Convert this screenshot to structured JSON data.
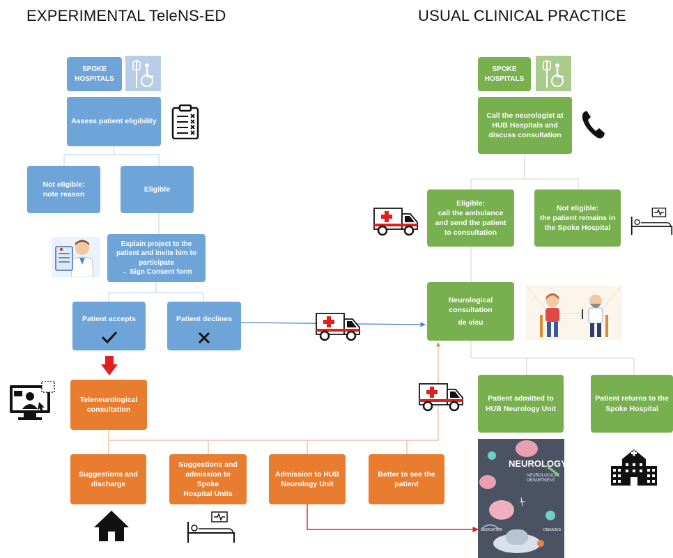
{
  "titles": {
    "left": "EXPERIMENTAL  TeleNS-ED",
    "right": "USUAL CLINICAL PRACTICE"
  },
  "left": {
    "spoke": "SPOKE HOSPITALS",
    "assess": "Assess patient eligibility",
    "not_eligible": [
      "Not eligible:",
      "note reason"
    ],
    "eligible": "Eligible",
    "explain": [
      "Explain project to the",
      "patient and invite him to",
      "participate",
      "→ Sign Consent form"
    ],
    "accepts": "Patient accepts",
    "declines": "Patient declines",
    "tele": [
      "Teleneurological",
      "consultation"
    ],
    "discharge": [
      "Suggestions and",
      "discharge"
    ],
    "spoke_units": [
      "Suggestions and",
      "admission to Spoke",
      "Hospital Units"
    ],
    "hub_admission": [
      "Admission to HUB",
      "Neurology Unit"
    ],
    "better_see": [
      "Better to see the",
      "patient"
    ]
  },
  "right": {
    "spoke": "SPOKE HOSPITALS",
    "call": [
      "Call the neurologist at",
      "HUB Hospitals and",
      "discuss consultation"
    ],
    "eligible": [
      "Eligible:",
      "call the ambulance",
      "and send the patient",
      "to consultation"
    ],
    "not_eligible": [
      "Not eligible:",
      "the patient remains in",
      "the Spoke Hospital"
    ],
    "neuro": [
      "Neurological",
      "consultation",
      "de visu"
    ],
    "admitted": [
      "Patient admitted to",
      "HUB Neurology Unit"
    ],
    "returns": [
      "Patient returns to the",
      "Spoke Hospital"
    ]
  },
  "poster": {
    "title": "NEUROLOGY",
    "subtitle": "NEUROLOGICAL DEPARTMENT",
    "label1": "MEDICATION",
    "label2": "DISEASES"
  },
  "colors": {
    "blue": "#6fa4d8",
    "green": "#78b04f",
    "orange": "#e87d2f",
    "red": "#e02020",
    "arrow_blue": "#4a7fc8"
  }
}
